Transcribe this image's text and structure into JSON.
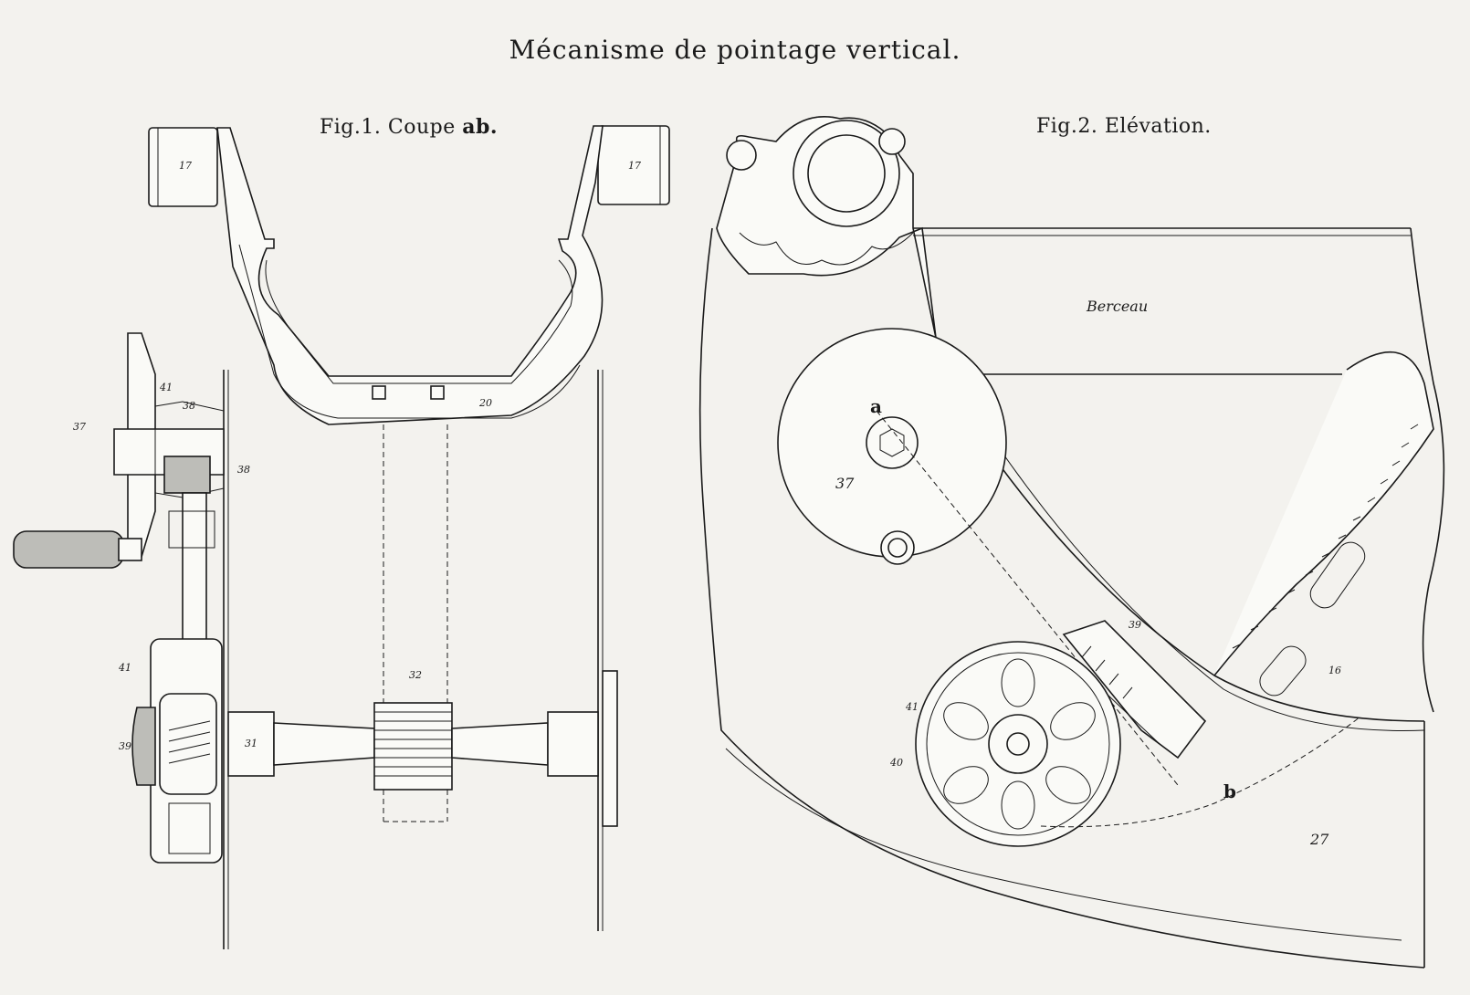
{
  "title": "Mécanisme de pointage vertical.",
  "fig1": {
    "caption_prefix": "Fig.1. Coupe ",
    "caption_bold": "ab."
  },
  "fig2": {
    "caption": "Fig.2. Elévation."
  },
  "labels": {
    "fig1_17_left": "17",
    "fig1_17_right": "17",
    "fig1_41_top": "41",
    "fig1_38_top": "38",
    "fig1_37": "37",
    "fig1_38_mid": "38",
    "fig1_20": "20",
    "fig1_32": "32",
    "fig1_41_low": "41",
    "fig1_39": "39",
    "fig1_31": "31",
    "fig2_berceau": "Berceau",
    "fig2_a": "a",
    "fig2_37": "37",
    "fig2_39": "39",
    "fig2_16": "16",
    "fig2_41": "41",
    "fig2_40": "40",
    "fig2_b": "b",
    "fig2_27": "27"
  }
}
